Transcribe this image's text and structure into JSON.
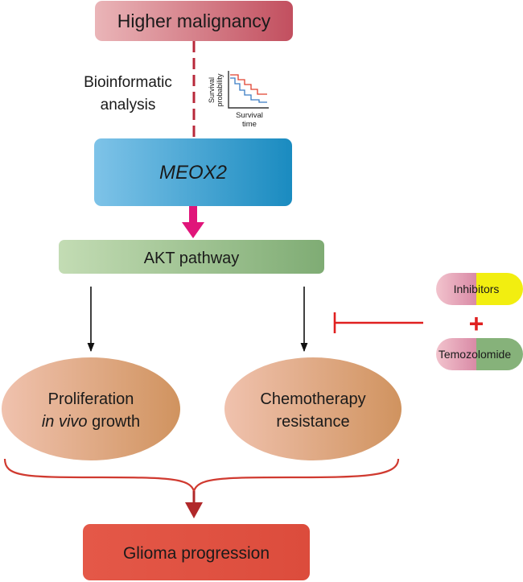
{
  "nodes": {
    "higher_malignancy": "Higher malignancy",
    "bioinformatic_line1": "Bioinformatic",
    "bioinformatic_line2": "analysis",
    "meox2": "MEOX2",
    "akt": "AKT pathway",
    "proliferation_line1": "Proliferation",
    "proliferation_line2_italic": "in vivo",
    "proliferation_line2_rest": " growth",
    "chemo_line1": "Chemotherapy",
    "chemo_line2": "resistance",
    "glioma": "Glioma progression"
  },
  "pills": {
    "inhibitors": "Inhibitors",
    "plus": "+",
    "temozolomide": "Temozolomide"
  },
  "survival_chart": {
    "ylabel_line1": "Survival",
    "ylabel_line2": "probability",
    "xlabel_line1": "Survival",
    "xlabel_line2": "time"
  },
  "colors": {
    "malignancy": "#c9525f",
    "meox2": "#1f8fc3",
    "akt": "#86b27a",
    "oval": "#d89c6e",
    "glioma": "#e05040",
    "inhibit_red": "#e02020",
    "pink_arrow": "#e0157a",
    "brace": "#d03a30"
  }
}
